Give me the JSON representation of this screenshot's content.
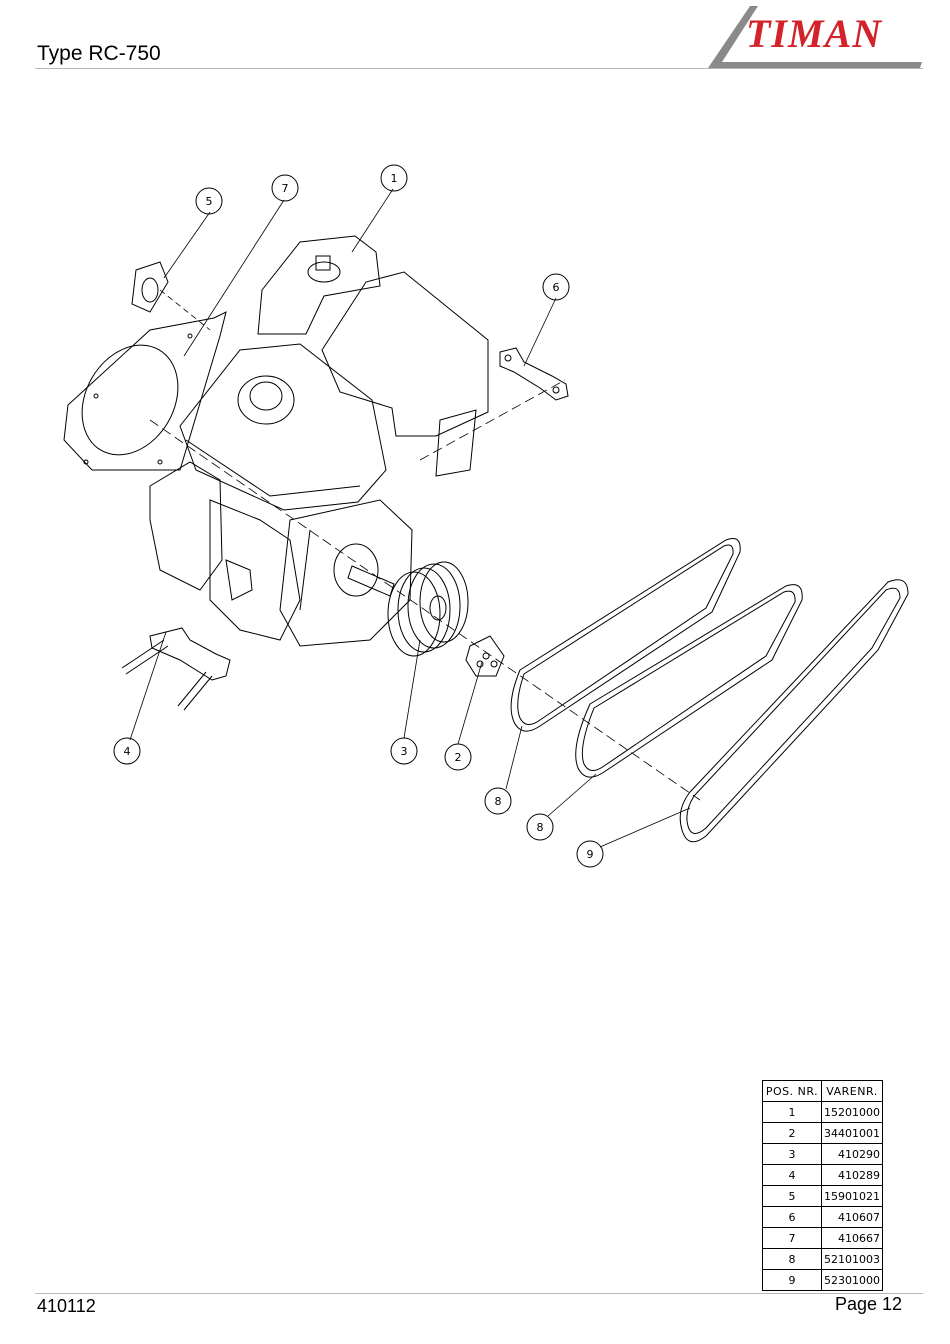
{
  "header": {
    "title": "Type RC-750",
    "logo_text": "TIMAN",
    "logo_colors": {
      "red": "#d2232a",
      "grey": "#7a7a7a"
    }
  },
  "drawing": {
    "callouts": [
      "1",
      "2",
      "3",
      "4",
      "5",
      "6",
      "7",
      "8",
      "8",
      "9"
    ]
  },
  "parts_table": {
    "headers": [
      "POS. NR.",
      "VARENR."
    ],
    "rows": [
      [
        "1",
        "15201000"
      ],
      [
        "2",
        "34401001"
      ],
      [
        "3",
        "410290"
      ],
      [
        "4",
        "410289"
      ],
      [
        "5",
        "15901021"
      ],
      [
        "6",
        "410607"
      ],
      [
        "7",
        "410667"
      ],
      [
        "8",
        "52101003"
      ],
      [
        "9",
        "52301000"
      ]
    ]
  },
  "footer": {
    "doc_number": "410112",
    "page": "Page 12"
  }
}
